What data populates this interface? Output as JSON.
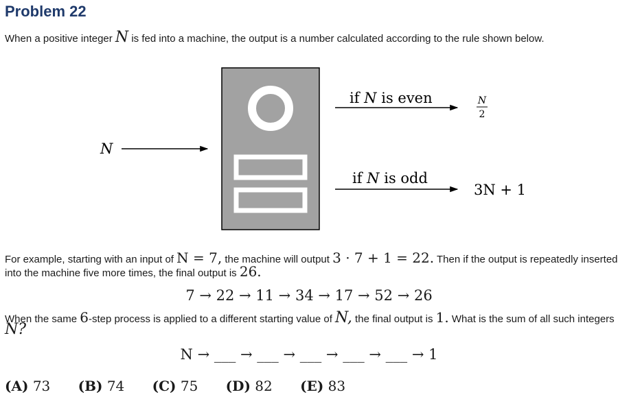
{
  "problem": {
    "title": "Problem 22",
    "intro_before": "When a positive integer ",
    "intro_var": "N",
    "intro_after": " is fed into a machine, the output is a number calculated according to the rule shown below."
  },
  "diagram": {
    "input_label": "N",
    "even_if": "if ",
    "even_var": "N",
    "even_rest": " is even",
    "even_num": "N",
    "even_den": "2",
    "odd_if": "if ",
    "odd_var": "N",
    "odd_rest": " is odd",
    "odd_output": "3N + 1"
  },
  "example": {
    "line1_a": "For example, starting with an input of ",
    "line1_math1": "N = 7,",
    "line1_b": " the machine will output ",
    "line1_math2": "3 · 7 + 1 = 22.",
    "line1_c": " Then if the output is repeatedly inserted",
    "line2_a": "into the machine five more times, the final output is ",
    "line2_math": "26.",
    "sequence": "7 → 22 → 11 → 34 → 17 → 52 → 26"
  },
  "question": {
    "line1_a": "When the same ",
    "line1_math1": "6",
    "line1_b": "-step process is applied to a different starting value of ",
    "line1_math2": "N,",
    "line1_c": " the final output is ",
    "line1_math3": "1.",
    "line1_d": " What is the sum of all such integers",
    "line2_math": "N?",
    "chain": "N → ___ → ___ → ___ → ___ → ___ → 1"
  },
  "choices": [
    {
      "label": "(A)",
      "value": "73"
    },
    {
      "label": "(B)",
      "value": "74"
    },
    {
      "label": "(C)",
      "value": "75"
    },
    {
      "label": "(D)",
      "value": "82"
    },
    {
      "label": "(E)",
      "value": "83"
    }
  ]
}
